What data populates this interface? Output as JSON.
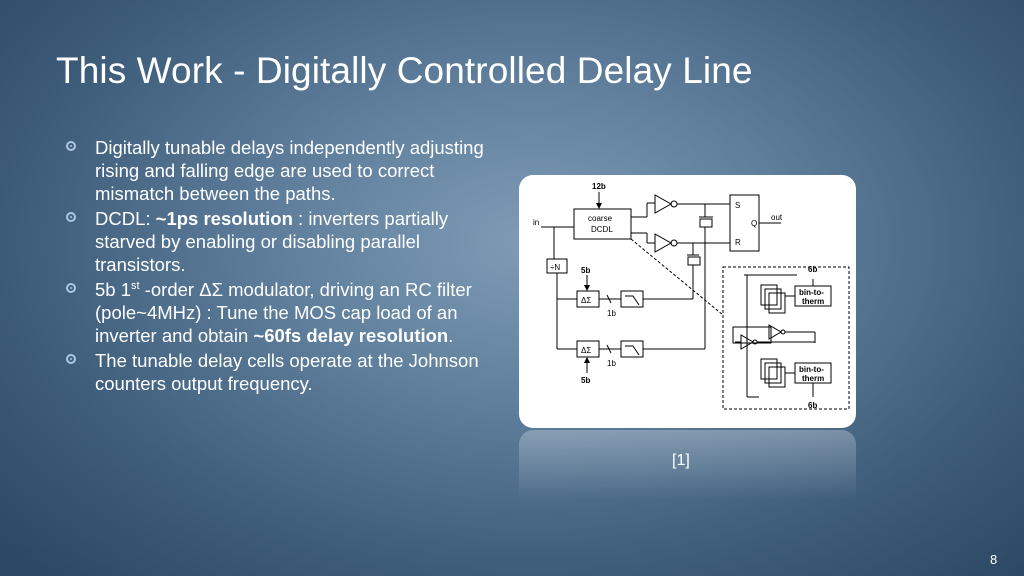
{
  "slide": {
    "title": "This Work - Digitally Controlled Delay Line",
    "page_number": "8",
    "reference": "[1]"
  },
  "bullets": [
    {
      "text": "Digitally tunable delays independently adjusting rising and falling edge are used to correct mismatch between the paths."
    },
    {
      "prefix": "DCDL: ",
      "bold": "~1ps resolution",
      "suffix": " : inverters partially starved by enabling or disabling parallel transistors."
    },
    {
      "prefix": "5b 1",
      "sup": "st",
      "middle": " -order  ΔΣ modulator, driving an RC filter (pole~4MHz) : Tune the MOS cap load of an inverter and obtain ",
      "bold": "~60fs delay resolution",
      "suffix": "."
    },
    {
      "text": "The tunable delay cells operate at the Johnson counters output frequency."
    }
  ],
  "diagram": {
    "in_label": "in",
    "bits_12b": "12b",
    "coarse_label": "coarse",
    "dcdl_label": "DCDL",
    "div_label": "÷N",
    "bits_5b_top": "5b",
    "bits_5b_bottom": "5b",
    "bits_1b_top": "1b",
    "bits_1b_bottom": "1b",
    "ds_label": "ΔΣ",
    "s_label": "S",
    "r_label": "R",
    "q_label": "Q",
    "out_label": "out",
    "bits_6b_top": "6b",
    "bits_6b_bottom": "6b",
    "bin_to_label": "bin-to-",
    "therm_label": "therm"
  }
}
